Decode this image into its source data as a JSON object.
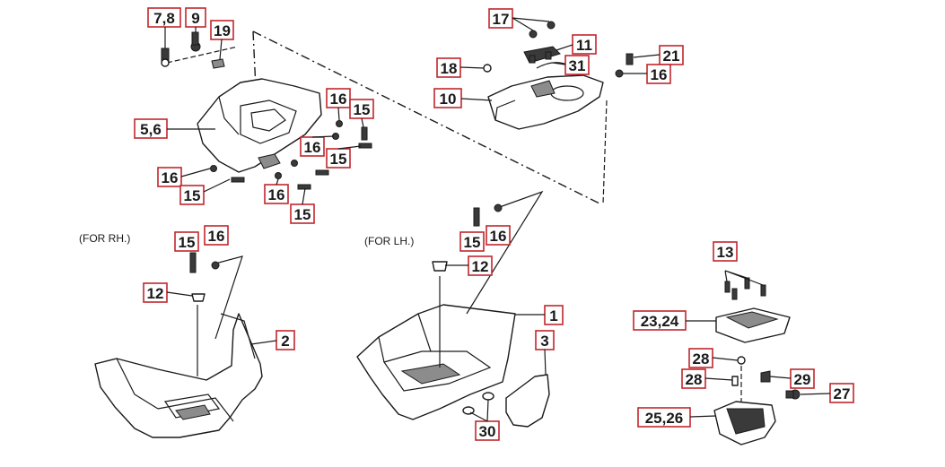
{
  "colors": {
    "callout_border": "#c0272d",
    "line": "#1a1a1a",
    "shade": "#8c8c8c"
  },
  "notes": {
    "rh": "(FOR RH.)",
    "lh": "(FOR LH.)"
  },
  "callouts": [
    "7,8",
    "9",
    "19",
    "17",
    "11",
    "18",
    "31",
    "21",
    "16",
    "10",
    "16",
    "15",
    "5,6",
    "16",
    "15",
    "16",
    "15",
    "16",
    "15",
    "15",
    "16",
    "15",
    "16",
    "12",
    "12",
    "1",
    "2",
    "3",
    "13",
    "23,24",
    "28",
    "28",
    "29",
    "27",
    "25,26",
    "30"
  ]
}
